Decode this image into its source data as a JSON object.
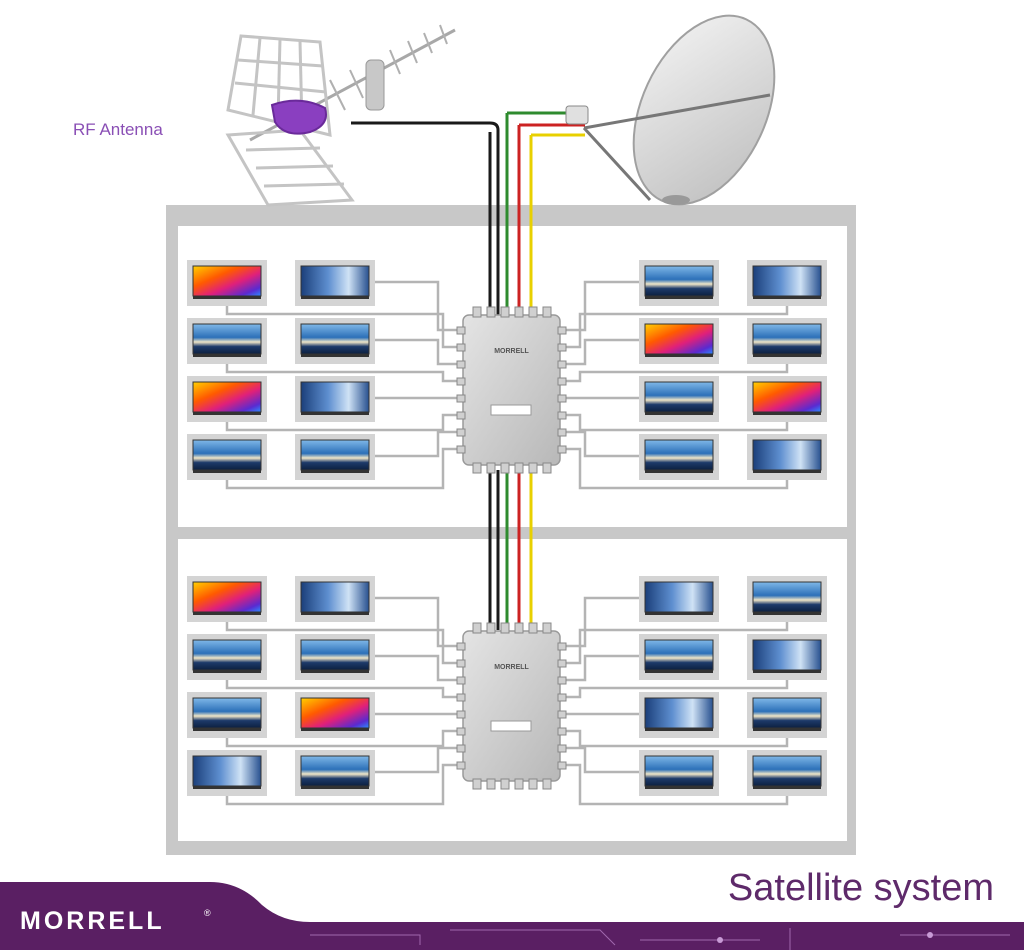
{
  "labels": {
    "antenna": "RF Antenna",
    "title": "Satellite system",
    "brand": "MORRELL",
    "brand_mark": "®",
    "switch_brand": "MORRELL"
  },
  "colors": {
    "accent": "#5e2a6a",
    "antenna_label": "#8a4fb5",
    "footer_band": "#5a1f63",
    "cable_black": "#1a1a1a",
    "cable_green": "#2e8b2e",
    "cable_red": "#cc2222",
    "cable_yellow": "#e8d000",
    "building": "#c8c8c8"
  },
  "diagram": {
    "floors": 2,
    "screens_per_floor": 16,
    "multiswitches": 2,
    "screen_images": [
      "colorful-abstract",
      "city-skyline",
      "tunnel-architecture"
    ]
  }
}
